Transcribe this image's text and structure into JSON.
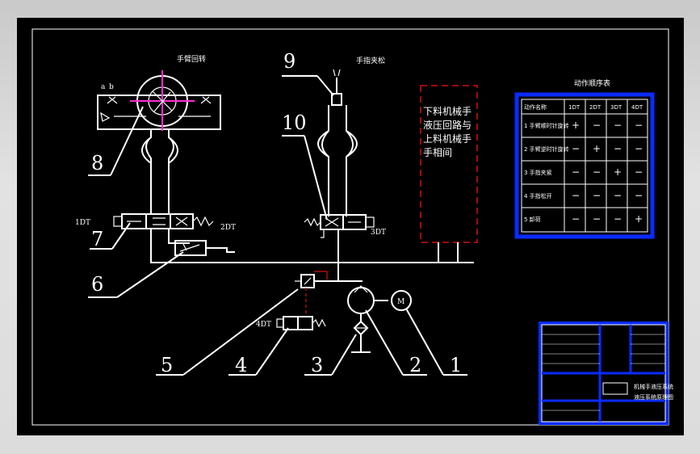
{
  "titles": {
    "arm_rotate": "手臂回转",
    "finger_clamp": "手指夹松",
    "seq_table": "动作顺序表"
  },
  "callouts": [
    "1",
    "2",
    "3",
    "4",
    "5",
    "6",
    "7",
    "8",
    "9",
    "10"
  ],
  "solenoids": {
    "dt1": "1DT",
    "dt2": "2DT",
    "dt3": "3DT",
    "dt4": "4DT"
  },
  "port_letters": {
    "a": "a",
    "b": "b"
  },
  "note_box": {
    "lines": [
      "下料机械手",
      "液压回路与",
      "上料机械手",
      "手相间"
    ]
  },
  "table": {
    "headers": [
      "动作名称",
      "1DT",
      "2DT",
      "3DT",
      "4DT"
    ],
    "rows": [
      {
        "name": "1 手臂顺时针旋转",
        "vals": [
          "+",
          "−",
          "−",
          "−"
        ]
      },
      {
        "name": "2 手臂逆时针旋转",
        "vals": [
          "−",
          "+",
          "−",
          "−"
        ]
      },
      {
        "name": "3 手指夹紧",
        "vals": [
          "−",
          "−",
          "+",
          "−"
        ]
      },
      {
        "name": "4 手指松开",
        "vals": [
          "−",
          "−",
          "−",
          "−"
        ]
      },
      {
        "name": "5 卸荷",
        "vals": [
          "−",
          "−",
          "−",
          "+"
        ]
      }
    ]
  },
  "title_block": {
    "drawing_name": "液压系统原理图",
    "subtitle": "机械手液压系统"
  },
  "colors": {
    "accent_blue": "#0a2bff",
    "magenta": "#ff2bd6",
    "red_dash": "#d01010"
  }
}
